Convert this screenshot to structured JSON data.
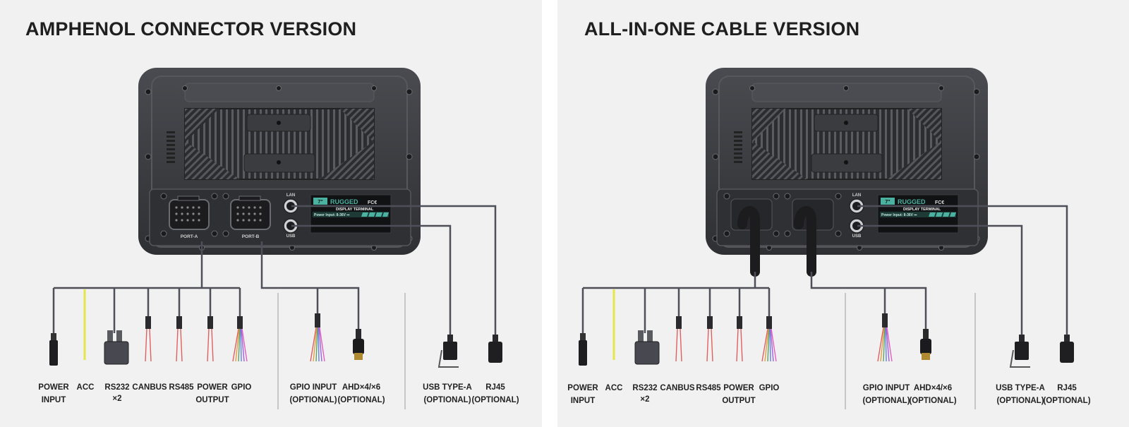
{
  "panels": {
    "left": {
      "title": "AMPHENOL CONNECTOR VERSION",
      "ports": {
        "port_a": "PORT-A",
        "port_b": "PORT-B",
        "lan": "LAN",
        "usb": "USB"
      }
    },
    "right": {
      "title": "ALL-IN-ONE CABLE VERSION",
      "ports": {
        "lan": "LAN",
        "usb": "USB"
      }
    }
  },
  "sticker": {
    "badge": "7\"",
    "brand": "RUGGED",
    "certs": "FC€",
    "product": "DISPLAY TERMINAL",
    "power": "Power Input: 8-36V ⎓"
  },
  "connectors": {
    "power_input": {
      "line1": "POWER",
      "line2": "INPUT"
    },
    "acc": {
      "line1": "ACC"
    },
    "rs232": {
      "line1": "RS232",
      "line2": "×2"
    },
    "canbus": {
      "line1": "CANBUS"
    },
    "rs485": {
      "line1": "RS485"
    },
    "power_output": {
      "line1": "POWER",
      "line2": "OUTPUT"
    },
    "gpio": {
      "line1": "GPIO"
    },
    "gpio_input": {
      "line1": "GPIO INPUT",
      "line2": "(OPTIONAL)"
    },
    "ahd": {
      "line1": "AHD×4/×6",
      "line2": "(OPTIONAL)"
    },
    "usb_type_a": {
      "line1": "USB TYPE-A",
      "line2": "(OPTIONAL)"
    },
    "rj45": {
      "line1": "RJ45",
      "line2": "(OPTIONAL)"
    }
  },
  "colors": {
    "background": "#f1f1f1",
    "device_body": "#3e3f43",
    "cable": "#4d4f59",
    "acc_wire": "#e6e64a",
    "sticker_accent": "#4bb2a2"
  },
  "icons": [
    "screw-icon",
    "heat-sink-fins",
    "amphenol-connector",
    "db9-connector",
    "dc-plug-connector",
    "bnc-connector",
    "usb-a-connector",
    "rj45-connector"
  ]
}
